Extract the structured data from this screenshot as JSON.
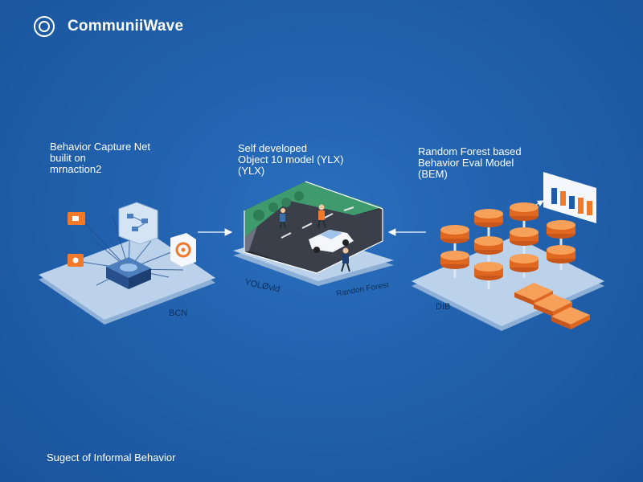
{
  "header": {
    "brand_name": "CommuniiWave",
    "logo_icon": "target-ring-icon"
  },
  "modules": [
    {
      "title_lines": [
        "Behavior Capture Net",
        "builit on",
        "mrnaction2"
      ],
      "platform_tag": "BCN"
    },
    {
      "title_lines": [
        "Self developed",
        "Object 10 model (YLX)",
        "(YLX)"
      ],
      "platform_tag_left": "YOLØvld",
      "platform_tag_right": "Randon Forest"
    },
    {
      "title_lines": [
        "Random Forest based",
        "Behavior Eval Model",
        "(BEM)"
      ],
      "platform_tag": "DIB"
    }
  ],
  "footer": {
    "caption": "Sugect of Informal Behavior"
  },
  "colors": {
    "background": "#2161ad",
    "platform_top": "#bcd2ea",
    "platform_side": "#8fb0d6",
    "accent_orange": "#f07a2a",
    "road": "#3a3f4a",
    "grass": "#3f9a6e"
  }
}
